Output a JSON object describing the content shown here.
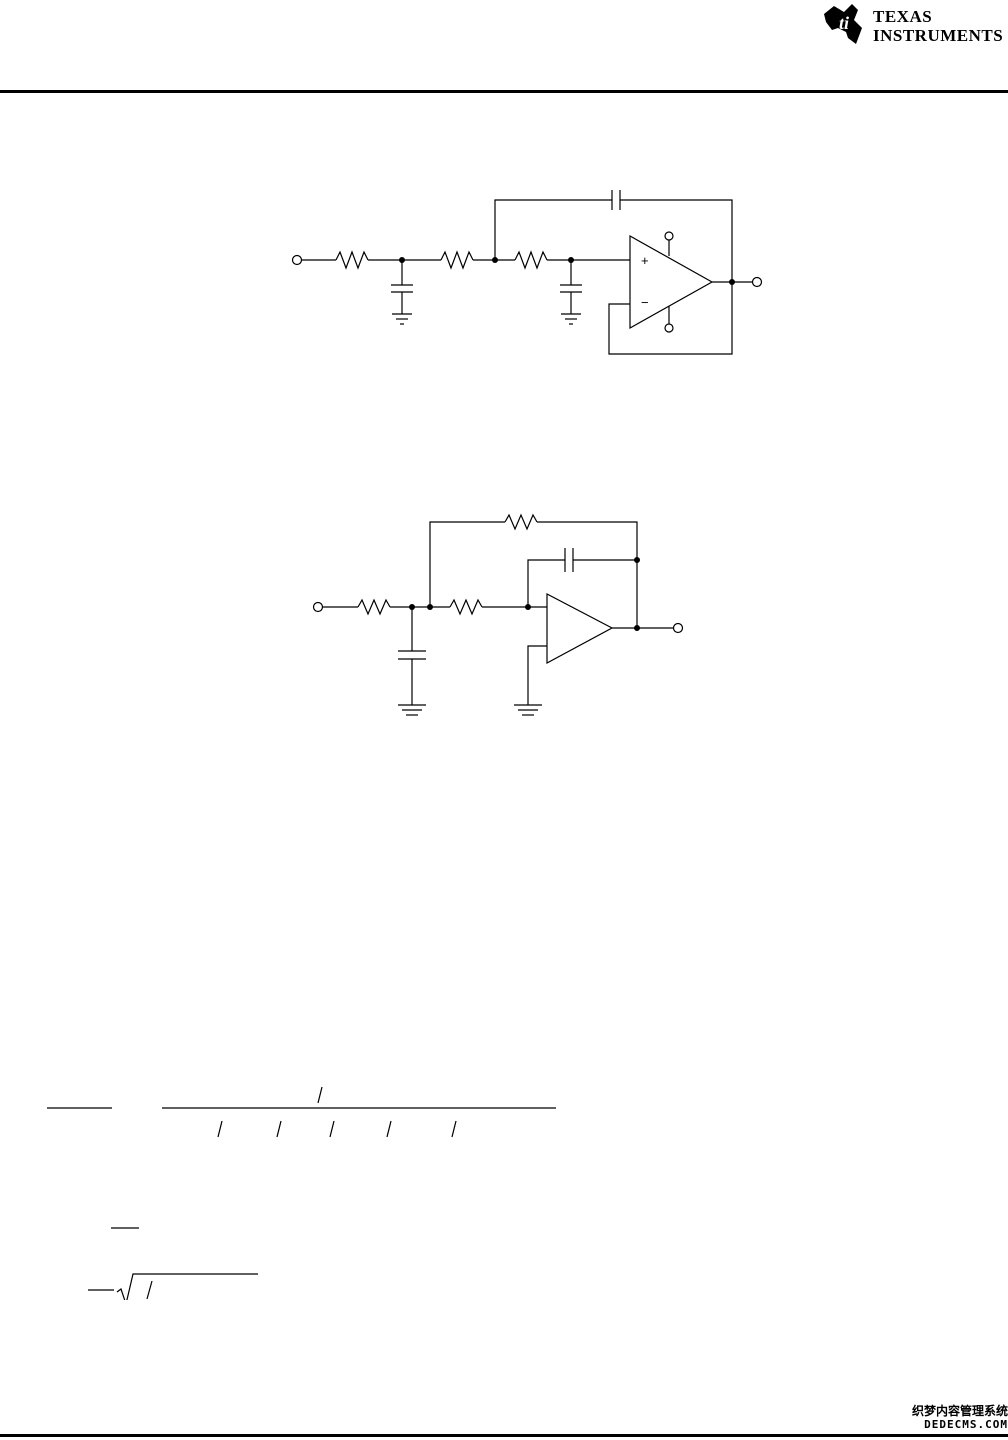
{
  "header": {
    "brand": {
      "line1": "Texas",
      "line2": "Instruments",
      "icon": "ti-logo-icon"
    }
  },
  "figures": [
    {
      "topology": "third-order Sallen-Key low-pass",
      "opamp_input_labels": {
        "plus": "+",
        "minus": "−"
      }
    },
    {
      "topology": "second-order multiple-feedback low-pass"
    }
  ],
  "watermark": {
    "line1": "织梦内容管理系统",
    "line2": "DEDECMS.COM"
  }
}
